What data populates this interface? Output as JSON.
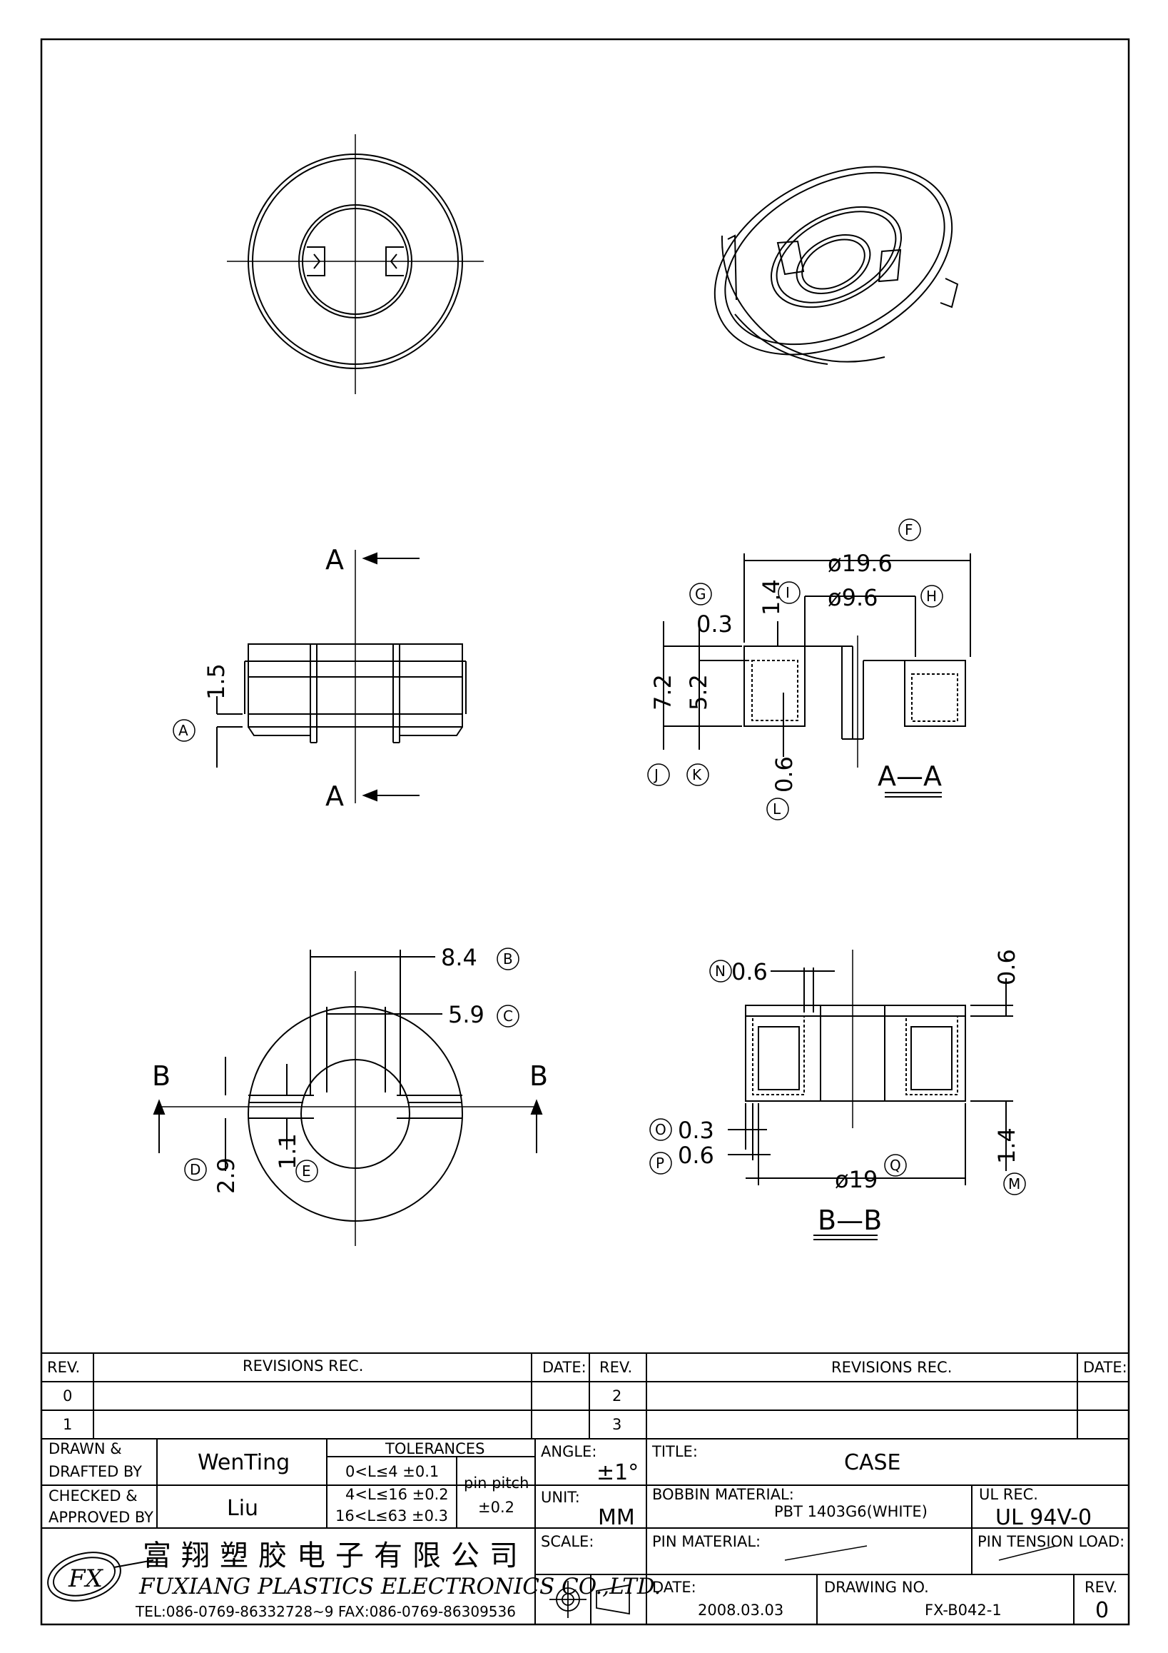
{
  "views": {
    "section_a_marker": "A",
    "section_a_title": "A—A",
    "section_b_marker": "B",
    "section_b_title": "B—B"
  },
  "dimensions": {
    "side": {
      "height_a": "1.5",
      "callout_a": "A"
    },
    "section_aa": {
      "outer_dia": "ø19.6",
      "outer_dia_callout": "F",
      "inner_dia": "ø9.6",
      "inner_dia_callout": "H",
      "dim_14": "1.4",
      "dim_14_callout": "I",
      "dim_03": "0.3",
      "dim_03_callout": "G",
      "dim_72": "7.2",
      "dim_72_callout": "J",
      "dim_52": "5.2",
      "dim_52_callout": "K",
      "dim_06": "0.6",
      "dim_06_callout": "L"
    },
    "bottom": {
      "dim_84": "8.4",
      "dim_84_callout": "B",
      "dim_59": "5.9",
      "dim_59_callout": "C",
      "dim_29": "2.9",
      "dim_29_callout": "D",
      "dim_11": "1.1",
      "dim_11_callout": "E"
    },
    "section_bb": {
      "dim_n": "0.6",
      "dim_n_callout": "N",
      "dim_top": "0.6",
      "dim_o": "0.3",
      "dim_o_callout": "O",
      "dim_p": "0.6",
      "dim_p_callout": "P",
      "dia": "ø19",
      "dia_callout": "Q",
      "dim_m": "1.4",
      "dim_m_callout": "M"
    }
  },
  "title_block": {
    "rev_header": "REV.",
    "revisions_header": "REVISIONS    REC.",
    "date_header": "DATE:",
    "rev_rows_left": [
      "0",
      "1"
    ],
    "rev_rows_right": [
      "2",
      "3"
    ],
    "drawn_label_1": "DRAWN  &",
    "drawn_label_2": "DRAFTED BY",
    "drawn_by": "WenTing",
    "checked_label_1": "CHECKED &",
    "checked_label_2": "APPROVED BY",
    "checked_by": "Liu",
    "tolerances_header": "TOLERANCES",
    "tolerances": [
      "0<L≤4   ±0.1",
      "4<L≤16  ±0.2",
      "16<L≤63  ±0.3"
    ],
    "pin_pitch_label": "pin pitch",
    "pin_pitch_value": "±0.2",
    "angle_label": "ANGLE:",
    "angle_value": "±1°",
    "unit_label": "UNIT:",
    "unit_value": "MM",
    "scale_label": "SCALE:",
    "title_label": "TITLE:",
    "title_value": "CASE",
    "bobbin_material_label": "BOBBIN  MATERIAL:",
    "bobbin_material_value": "PBT  1403G6(WHITE)",
    "ul_rec_label": "UL REC.",
    "ul_rec_value": "UL  94V-0",
    "pin_material_label": "PIN  MATERIAL:",
    "pin_tension_label": "PIN  TENSION  LOAD:",
    "date_label": "DATE:",
    "date_value": "2008.03.03",
    "drawing_no_label": "DRAWING  NO.",
    "drawing_no_value": "FX-B042-1",
    "rev_label": "REV.",
    "rev_value": "0",
    "company_cn": "富翔塑胶电子有限公司",
    "company_en": "FUXIANG PLASTICS ELECTRONICS CO.,LTD.",
    "company_contact": "TEL:086-0769-86332728~9   FAX:086-0769-86309536",
    "logo_text": "FX"
  }
}
